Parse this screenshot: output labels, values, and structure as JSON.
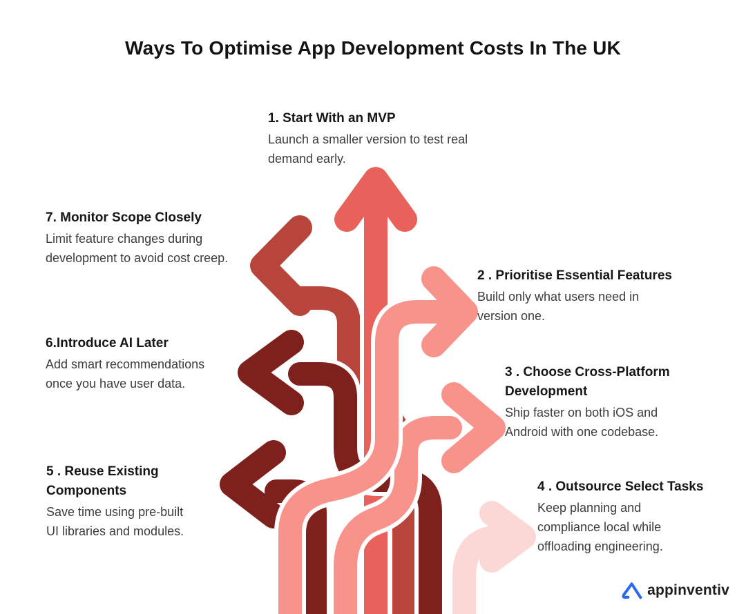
{
  "title": "Ways To Optimise App Development Costs In The UK",
  "tips": [
    {
      "heading": "1. Start With an MVP",
      "body": "Launch a smaller version to test real\ndemand early."
    },
    {
      "heading": "2 . Prioritise Essential Features",
      "body": "Build only what users need in\nversion one."
    },
    {
      "heading": "3 . Choose Cross-Platform\nDevelopment",
      "body": "Ship faster on both iOS and\nAndroid with one codebase."
    },
    {
      "heading": "4 . Outsource Select Tasks",
      "body": "Keep planning and\ncompliance local while\noffloading engineering."
    },
    {
      "heading": "5 . Reuse Existing\nComponents",
      "body": "Save time using pre-built\nUI libraries and modules."
    },
    {
      "heading": "6.Introduce AI Later",
      "body": "Add smart recommendations\nonce you have user data."
    },
    {
      "heading": "7. Monitor Scope Closely",
      "body": "Limit feature changes during\ndevelopment to avoid cost creep."
    }
  ],
  "colors": {
    "arrow_red": "#E8615A",
    "arrow_brick": "#B8453C",
    "arrow_salmon": "#F8938C",
    "arrow_dark": "#7E211C",
    "arrow_pale": "#FBD8D6",
    "casing": "#FFFFFF",
    "logo_blue": "#2B6BE9"
  },
  "logo": {
    "text": "appinventiv"
  }
}
